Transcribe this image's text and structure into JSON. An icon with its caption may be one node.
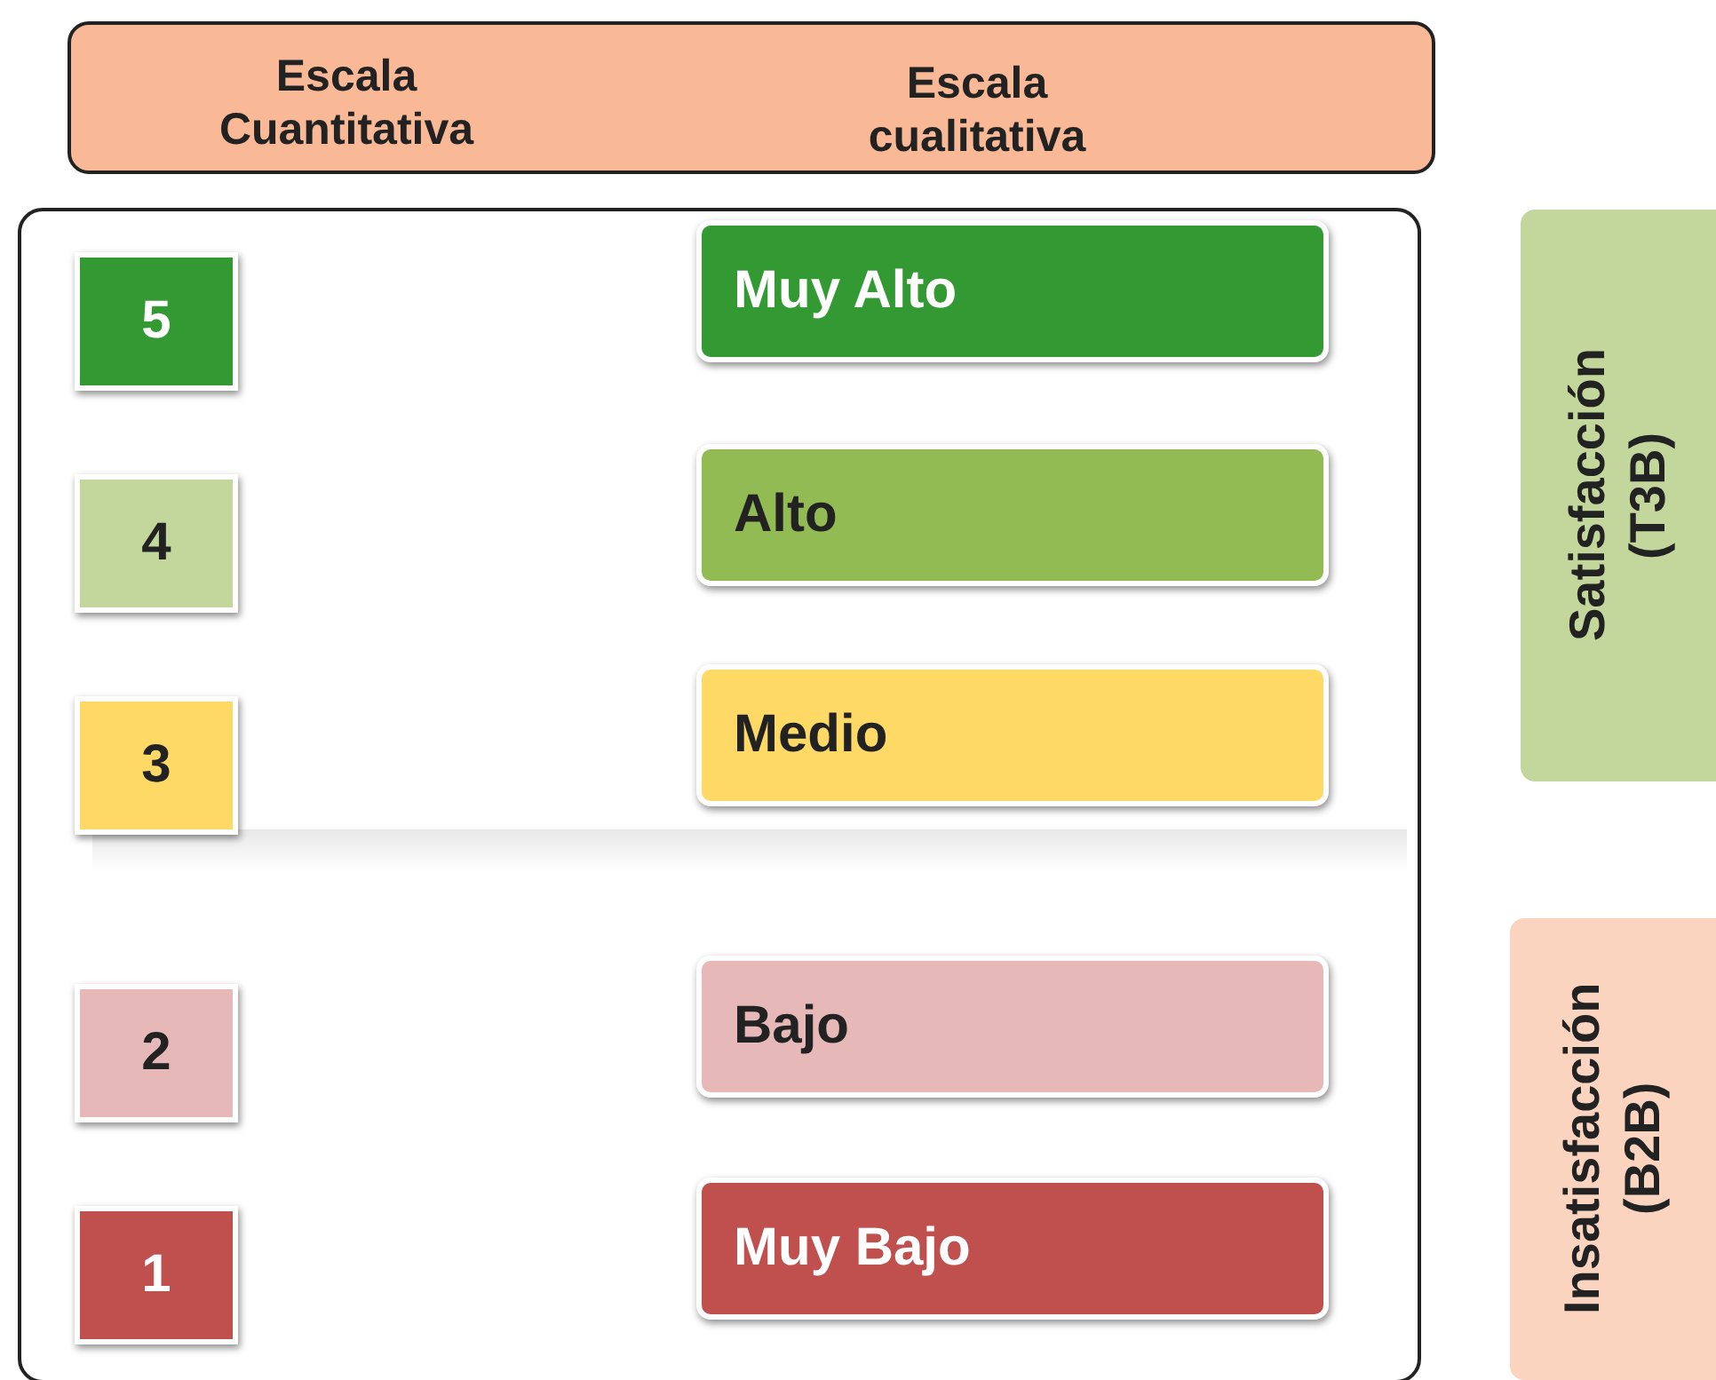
{
  "diagram": {
    "nodes": [
      {
        "text": [
          "Escala Cuantitativa",
          "Escala cualitativa"
        ]
      },
      {
        "text": [],
        "shape": "box"
      },
      {
        "text": [
          "5"
        ],
        "in": 1
      },
      {
        "text": [
          "Muy Alto"
        ],
        "in": 1
      },
      {
        "text": [
          "4"
        ],
        "in": 1
      },
      {
        "text": [
          "Alto"
        ],
        "in": 1
      },
      {
        "text": [
          "3"
        ],
        "in": 1
      },
      {
        "text": [
          "Medio"
        ],
        "in": 1
      },
      {
        "text": [
          "2"
        ],
        "in": 1
      },
      {
        "text": [
          "Bajo"
        ],
        "in": 1
      },
      {
        "text": [
          "1"
        ],
        "in": 1
      },
      {
        "text": [
          "Muy Bajo"
        ],
        "in": 1
      },
      {
        "text": [
          "Satisfacción (T3B)"
        ]
      },
      {
        "text": [
          "Insatisfacción (B2B)"
        ]
      }
    ]
  }
}
